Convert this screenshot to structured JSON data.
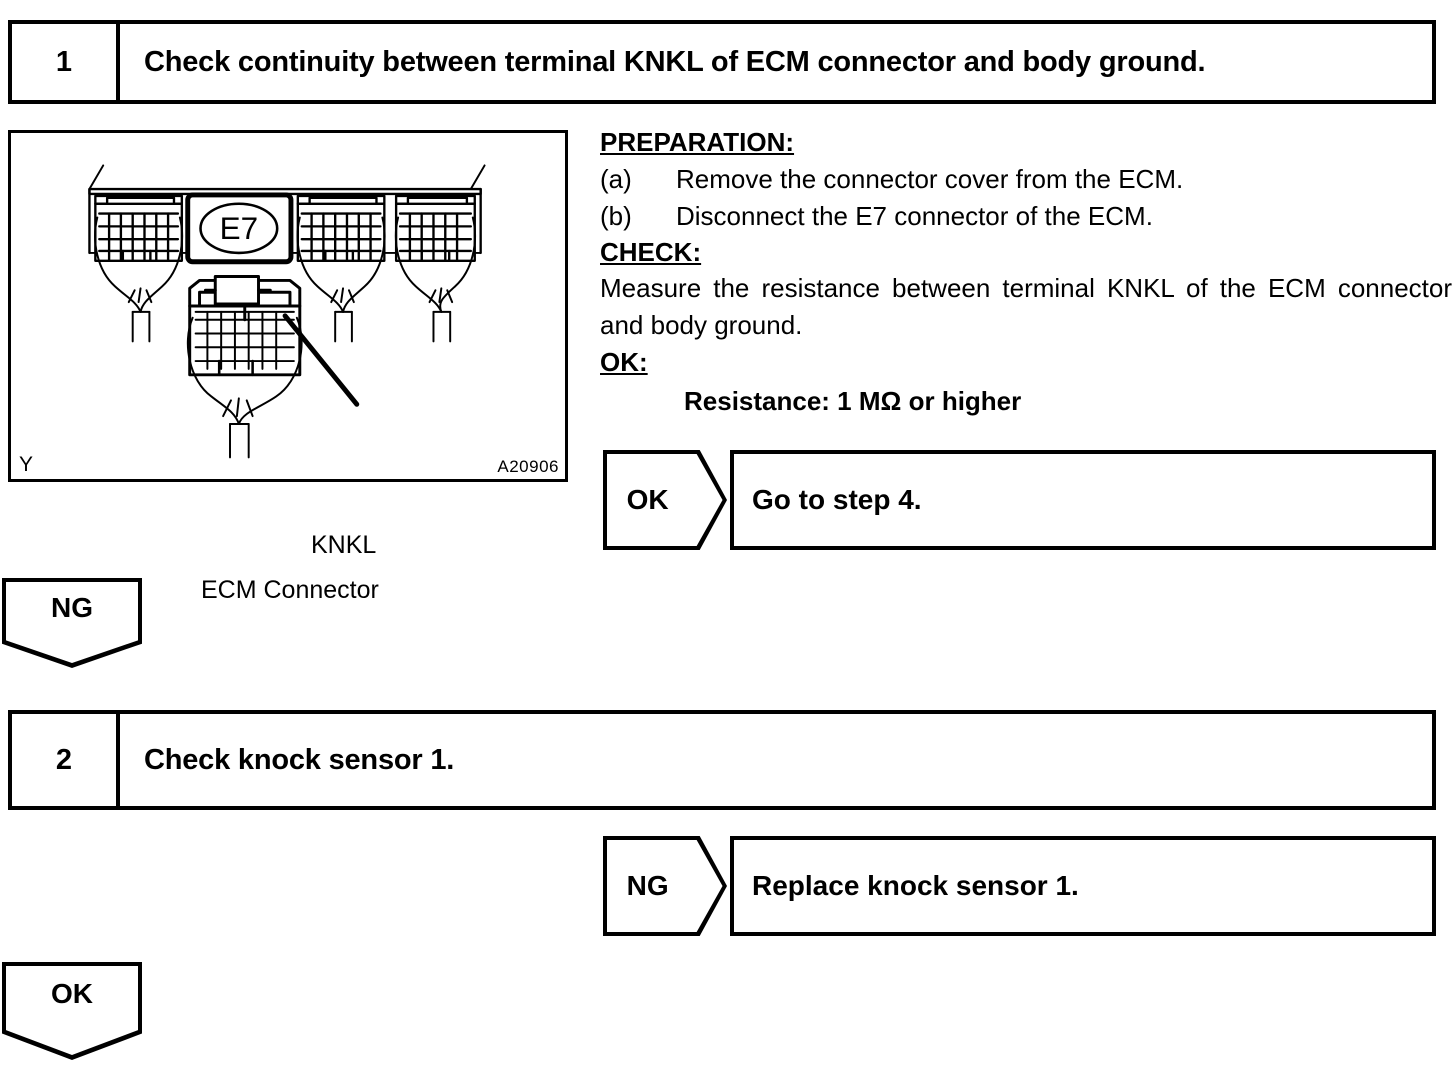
{
  "steps": [
    {
      "number": "1",
      "title": "Check continuity between terminal KNKL of ECM connector and body ground."
    },
    {
      "number": "2",
      "title": "Check knock sensor 1."
    }
  ],
  "figure": {
    "connector_id": "E7",
    "terminal_label": "KNKL",
    "caption": "ECM Connector",
    "code": "A20906",
    "corner_mark": "Y"
  },
  "procedure": {
    "preparation_heading": "PREPARATION:",
    "preparation_items": [
      {
        "mark": "(a)",
        "text": "Remove the connector cover from the ECM."
      },
      {
        "mark": "(b)",
        "text": "Disconnect the E7 connector of the ECM."
      }
    ],
    "check_heading": "CHECK:",
    "check_text": "Measure the resistance between terminal KNKL of the ECM connector and body ground.",
    "ok_heading": "OK:",
    "spec": "Resistance: 1 MΩ or higher"
  },
  "results": [
    {
      "judgement": "OK",
      "action": "Go to step 4."
    },
    {
      "judgement": "NG",
      "action": "Replace knock sensor 1."
    }
  ],
  "flow_markers": [
    {
      "label": "NG"
    },
    {
      "label": "OK"
    }
  ]
}
